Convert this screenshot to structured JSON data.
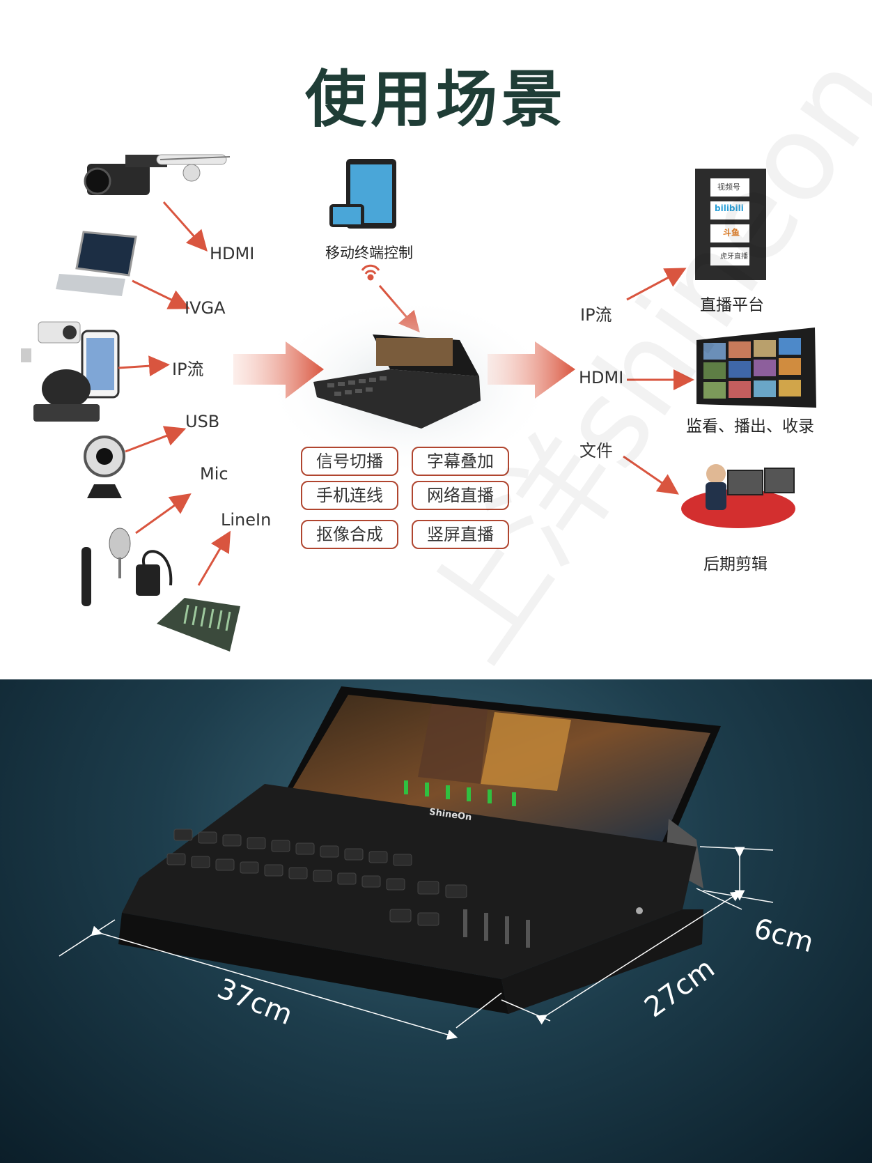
{
  "title": "使用场景",
  "inputs": {
    "hdmi": "HDMI",
    "vga": "IVGA",
    "ip_stream": "IP流",
    "usb": "USB",
    "mic": "Mic",
    "linein": "LineIn"
  },
  "mobile_control": "移动终端控制",
  "features": [
    "信号切播",
    "字幕叠加",
    "手机连线",
    "网络直播",
    "抠像合成",
    "竖屏直播"
  ],
  "outputs": {
    "ip_stream": "IP流",
    "hdmi": "HDMI",
    "file": "文件",
    "live_platform": "直播平台",
    "monitor": "监看、播出、收录",
    "post_edit": "后期剪辑"
  },
  "platforms": [
    "视频号",
    "bilibili",
    "斗鱼",
    "虎牙直播"
  ],
  "dimensions": {
    "width": "37cm",
    "depth": "27cm",
    "height": "6cm"
  },
  "brand": "ShineOn",
  "colors": {
    "title": "#1f3d36",
    "arrow": "#d9553f",
    "tag_border": "#b0452f",
    "bottom_bg": "#1d3d4c"
  }
}
